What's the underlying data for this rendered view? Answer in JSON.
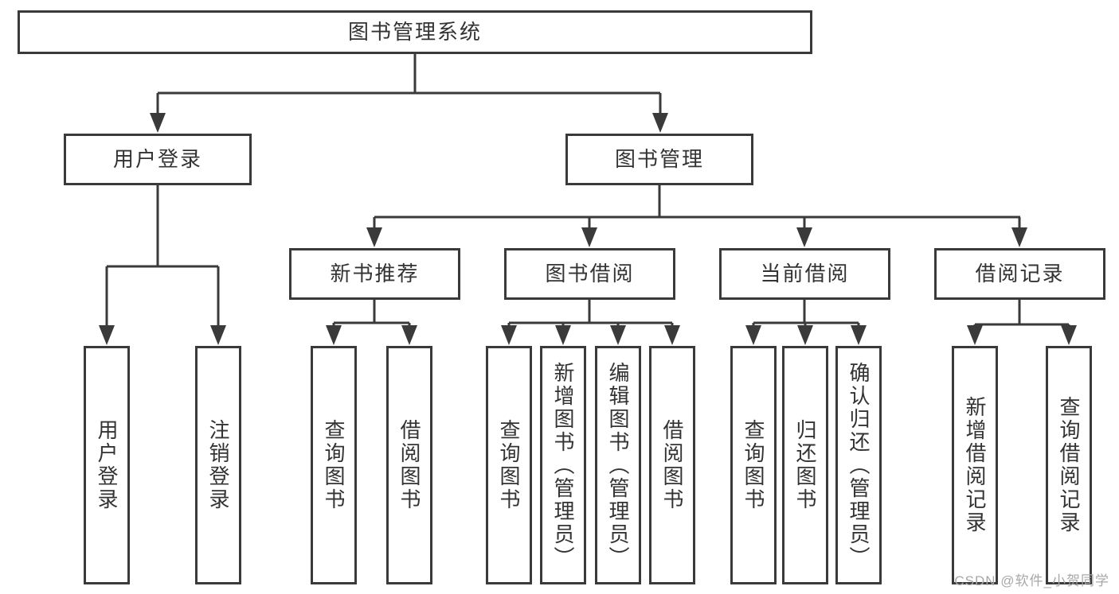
{
  "diagram": {
    "type": "hierarchy-diagram",
    "tree": {
      "label": "图书管理系统",
      "children": [
        {
          "label": "用户登录",
          "children": [
            {
              "label": "用户登录"
            },
            {
              "label": "注销登录"
            }
          ]
        },
        {
          "label": "图书管理",
          "children": [
            {
              "label": "新书推荐",
              "children": [
                {
                  "label": "查询图书"
                },
                {
                  "label": "借阅图书"
                }
              ]
            },
            {
              "label": "图书借阅",
              "children": [
                {
                  "label": "查询图书"
                },
                {
                  "label": "新增图书（管理员）"
                },
                {
                  "label": "编辑图书（管理员）"
                },
                {
                  "label": "借阅图书"
                }
              ]
            },
            {
              "label": "当前借阅",
              "children": [
                {
                  "label": "查询图书"
                },
                {
                  "label": "归还图书"
                },
                {
                  "label": "确认归还（管理员）"
                }
              ]
            },
            {
              "label": "借阅记录",
              "children": [
                {
                  "label": "新增借阅记录"
                },
                {
                  "label": "查询借阅记录"
                }
              ]
            }
          ]
        }
      ]
    },
    "colors": {
      "line": "#3a3a3a",
      "box_border": "#3a3a3a",
      "text": "#333333",
      "background": "#ffffff",
      "watermark": "#a8a8a8"
    }
  },
  "watermark": {
    "text": "CSDN @软件_小贺同学"
  }
}
